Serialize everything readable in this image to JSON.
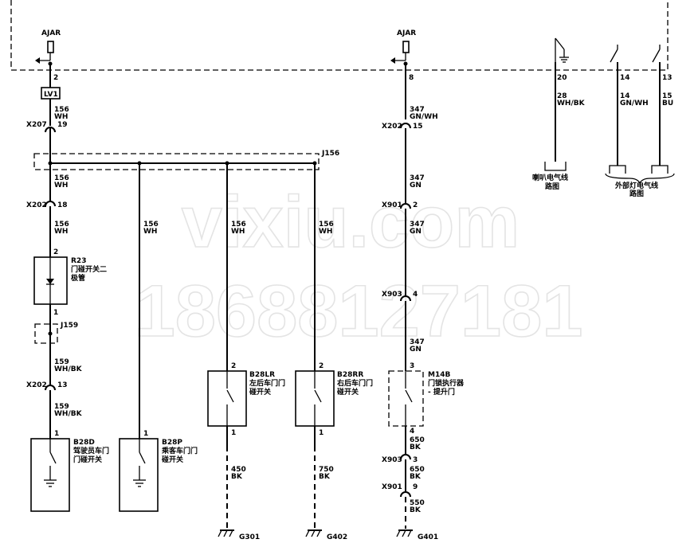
{
  "watermark": {
    "line1": "vixiu.com",
    "line2": "18688127181"
  },
  "module": {
    "ajar_left": "AJAR",
    "ajar_mid": "AJAR",
    "pin_left": "2",
    "pin_mid": "8",
    "pin_20": "20",
    "pin_14": "14",
    "pin_13": "13"
  },
  "lv1": "LV1",
  "wires": {
    "w156_wh_a": {
      "num": "156",
      "color": "WH"
    },
    "w156_wh_b": {
      "num": "156",
      "color": "WH"
    },
    "w156_wh_c": {
      "num": "156",
      "color": "WH"
    },
    "w156_p": {
      "num": "156",
      "color": "WH"
    },
    "w156_lr": {
      "num": "156",
      "color": "WH"
    },
    "w156_rr": {
      "num": "156",
      "color": "WH"
    },
    "w159_a": {
      "num": "159",
      "color": "WH/BK"
    },
    "w159_b": {
      "num": "159",
      "color": "WH/BK"
    },
    "w450": {
      "num": "450",
      "color": "BK"
    },
    "w750": {
      "num": "750",
      "color": "BK"
    },
    "w347_a": {
      "num": "347",
      "color": "GN/WH"
    },
    "w347_b": {
      "num": "347",
      "color": "GN"
    },
    "w347_c": {
      "num": "347",
      "color": "GN"
    },
    "w347_d": {
      "num": "347",
      "color": "GN"
    },
    "w650_a": {
      "num": "650",
      "color": "BK"
    },
    "w650_b": {
      "num": "650",
      "color": "BK"
    },
    "w550": {
      "num": "550",
      "color": "BK"
    },
    "w28": {
      "num": "28",
      "color": "WH/BK"
    },
    "w14": {
      "num": "14",
      "color": "GN/WH"
    },
    "w15": {
      "num": "15",
      "color": "BU"
    }
  },
  "connectors": {
    "x207": {
      "name": "X207",
      "pin": "19"
    },
    "x202_left_a": {
      "name": "X202",
      "pin": "18"
    },
    "x202_left_b": {
      "name": "X202",
      "pin": "13"
    },
    "x202_mid": {
      "name": "X202",
      "pin": "15"
    },
    "x901_a": {
      "name": "X901",
      "pin": "2"
    },
    "x903_a": {
      "name": "X903",
      "pin": "4"
    },
    "x903_b": {
      "name": "X903",
      "pin": "3"
    },
    "x901_b": {
      "name": "X901",
      "pin": "9"
    }
  },
  "splice": {
    "j156": "J156",
    "j159": "J159"
  },
  "components": {
    "r23": {
      "id": "R23",
      "name_line1": "门碰开关二",
      "name_line2": "极管",
      "pin_top": "2",
      "pin_bottom": "1"
    },
    "b28d": {
      "id": "B28D",
      "name_line1": "驾驶员车门",
      "name_line2": "门碰开关",
      "pin": "1"
    },
    "b28p": {
      "id": "B28P",
      "name_line1": "乘客车门门",
      "name_line2": "碰开关",
      "pin": "1"
    },
    "b28lr": {
      "id": "B28LR",
      "name_line1": "左后车门门",
      "name_line2": "碰开关",
      "pin_top": "2",
      "pin_bottom": "1"
    },
    "b28rr": {
      "id": "B28RR",
      "name_line1": "右后车门门",
      "name_line2": "碰开关",
      "pin_top": "2",
      "pin_bottom": "1"
    },
    "m14b": {
      "id": "M14B",
      "name_line1": "门锁执行器",
      "name_line2": "- 提升门",
      "pin_top": "3",
      "pin_bottom": "4"
    }
  },
  "grounds": {
    "g301": "G301",
    "g402": "G402",
    "g401": "G401"
  },
  "refs": {
    "horn_line1": "喇叭电气线",
    "horn_line2": "路图",
    "ext_line1": "外部灯电气线",
    "ext_line2": "路图"
  }
}
